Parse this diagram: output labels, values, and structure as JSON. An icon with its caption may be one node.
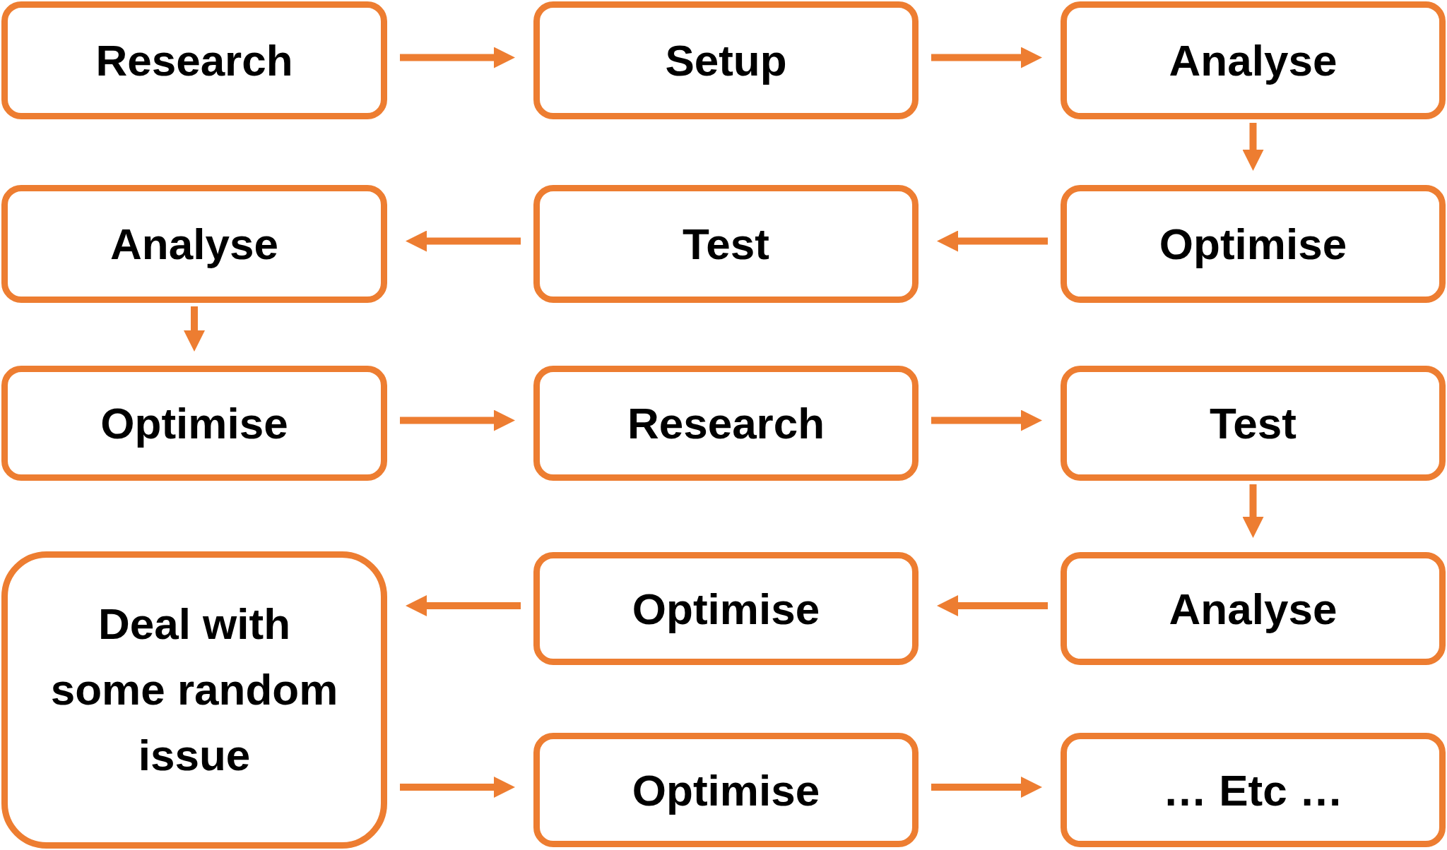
{
  "diagram": {
    "nodes": [
      {
        "text": [
          "Research"
        ]
      },
      {
        "text": [
          "Setup"
        ]
      },
      {
        "text": [
          "Analyse"
        ]
      },
      {
        "text": [
          "Analyse"
        ]
      },
      {
        "text": [
          "Test"
        ]
      },
      {
        "text": [
          "Optimise"
        ]
      },
      {
        "text": [
          "Optimise"
        ]
      },
      {
        "text": [
          "Research"
        ]
      },
      {
        "text": [
          "Test"
        ]
      },
      {
        "text": [
          "Deal with some random issue"
        ]
      },
      {
        "text": [
          "Optimise"
        ]
      },
      {
        "text": [
          "Analyse"
        ]
      },
      {
        "text": [
          "Optimise"
        ]
      },
      {
        "text": [
          "… Etc …"
        ]
      }
    ],
    "edges": [
      {
        "from": 0,
        "to": 1,
        "arrow": "to"
      },
      {
        "from": 1,
        "to": 2,
        "arrow": "to"
      },
      {
        "from": 2,
        "to": 5,
        "arrow": "to"
      },
      {
        "from": 5,
        "to": 4,
        "arrow": "to"
      },
      {
        "from": 4,
        "to": 3,
        "arrow": "to"
      },
      {
        "from": 3,
        "to": 6,
        "arrow": "to"
      },
      {
        "from": 6,
        "to": 7,
        "arrow": "to"
      },
      {
        "from": 7,
        "to": 8,
        "arrow": "to"
      },
      {
        "from": 8,
        "to": 11,
        "arrow": "to"
      },
      {
        "from": 11,
        "to": 10,
        "arrow": "to"
      },
      {
        "from": 10,
        "to": 9,
        "arrow": "to"
      },
      {
        "from": 9,
        "to": 12,
        "arrow": "to"
      },
      {
        "from": 12,
        "to": 13,
        "arrow": "to"
      }
    ]
  }
}
